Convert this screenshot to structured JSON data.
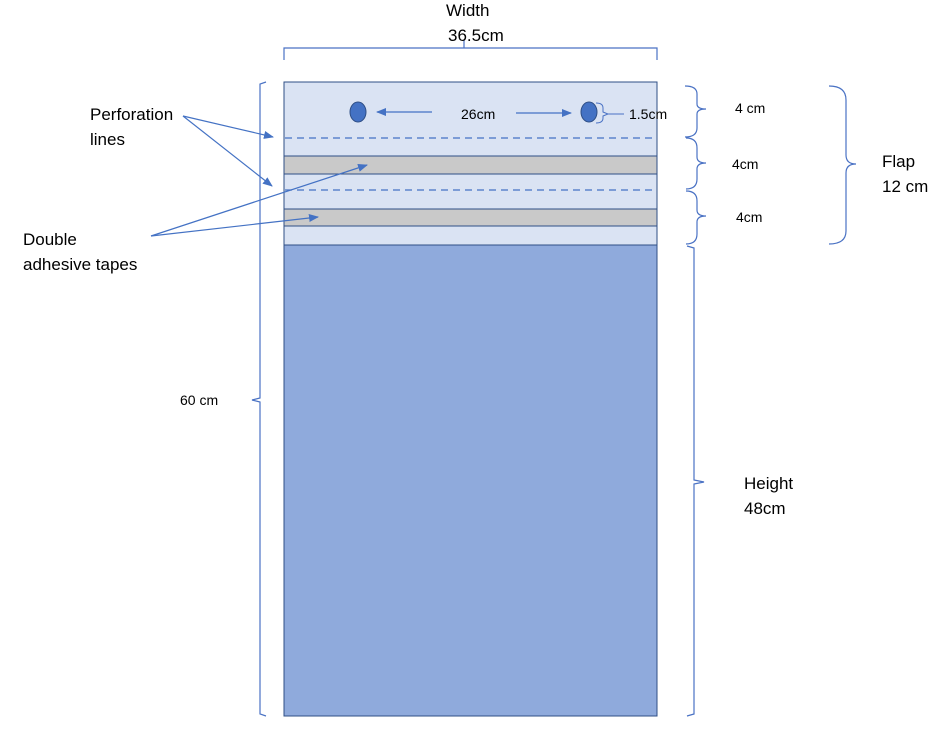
{
  "diagram": {
    "colors": {
      "outline": "#2f4f86",
      "bracket": "#4a72c4",
      "flap_fill": "#dae3f3",
      "body_fill": "#8faadc",
      "tape_fill": "#c9c9c9",
      "hole_fill": "#4472c4",
      "perforation": "#4472c4",
      "arrow": "#4472c4"
    },
    "labels": {
      "width_title": "Width",
      "width_value": "36.5cm",
      "perforation_line1": "Perforation",
      "perforation_line2": "lines",
      "tape_line1": "Double",
      "tape_line2": "adhesive tapes",
      "hole_distance": "26cm",
      "hole_size": "1.5cm",
      "seg1": "4 cm",
      "seg2": "4cm",
      "seg3": "4cm",
      "flap_title": "Flap",
      "flap_value": "12 cm",
      "total_height": "60 cm",
      "height_title": "Height",
      "height_value": "48cm"
    }
  }
}
